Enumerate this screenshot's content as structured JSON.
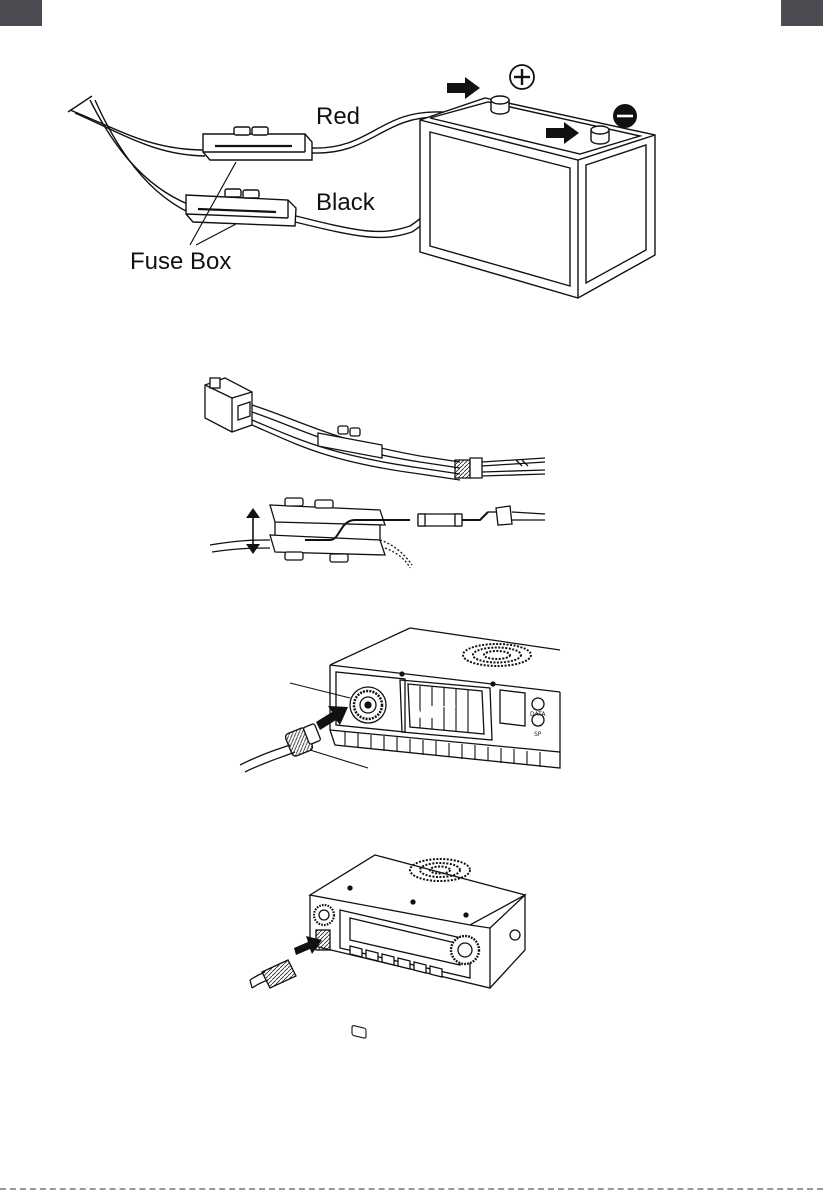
{
  "battery_figure": {
    "label_red": "Red",
    "label_black": "Black",
    "label_fuse_box": "Fuse Box",
    "plus_symbol": "+",
    "minus_symbol": "−"
  },
  "antenna_figure": {
    "front_logo": "VEV",
    "jack_label": "DATA",
    "jack_label_2": "SP"
  },
  "icons": {
    "arrow": "arrow-right-icon",
    "plus": "plus-icon",
    "minus": "minus-icon"
  },
  "colors": {
    "corner_tab": "#4a4c51",
    "ink": "#111111"
  }
}
